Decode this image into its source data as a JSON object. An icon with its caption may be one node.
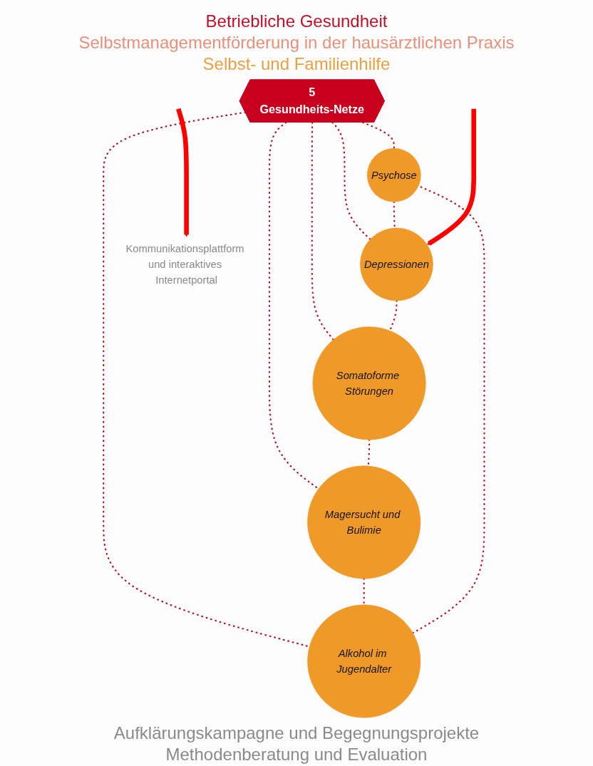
{
  "diagram": {
    "nodes": [
      {
        "text": [
          "5",
          "Gesundheits-Netze"
        ]
      },
      {
        "text": [
          "Psychose"
        ]
      },
      {
        "text": [
          "Depressionen"
        ]
      },
      {
        "text": [
          "Somatoforme Störungen"
        ]
      },
      {
        "text": [
          "Magersucht und Bulimie"
        ]
      },
      {
        "text": [
          "Alkohol im Jugendalter"
        ]
      },
      {
        "text": [
          "Kommunikationsplattform und interaktives Internetportal"
        ]
      }
    ],
    "edges": [
      {
        "from": 0,
        "to": 1,
        "arrow": "none",
        "style": "dashed"
      },
      {
        "from": 0,
        "to": 2,
        "arrow": "none",
        "style": "dashed"
      },
      {
        "from": 0,
        "to": 3,
        "arrow": "none",
        "style": "dashed"
      },
      {
        "from": 0,
        "to": 4,
        "arrow": "none",
        "style": "dashed"
      },
      {
        "from": 0,
        "to": 5,
        "arrow": "none",
        "style": "dashed"
      },
      {
        "from": 1,
        "to": 2,
        "arrow": "none",
        "style": "dashed"
      },
      {
        "from": 2,
        "to": 3,
        "arrow": "none",
        "style": "dashed"
      },
      {
        "from": 3,
        "to": 4,
        "arrow": "none",
        "style": "dashed"
      },
      {
        "from": 4,
        "to": 5,
        "arrow": "none",
        "style": "dashed"
      },
      {
        "from": 5,
        "to": 1,
        "arrow": "none",
        "style": "dashed"
      },
      {
        "from": null,
        "to": 2,
        "arrow": "to",
        "style": "thick",
        "color": "#ff0000"
      },
      {
        "from": null,
        "to": 6,
        "arrow": "to",
        "style": "thick",
        "color": "#ff0000"
      }
    ],
    "labels": [
      "Betriebliche Gesundheit",
      "Selbstmanagementförderung in der hausärztlichen Praxis",
      "Selbst- und Familienhilfe",
      "Aufklärungskampagne und Begegnungsprojekte",
      "Methodenberatung und Evaluation"
    ]
  }
}
